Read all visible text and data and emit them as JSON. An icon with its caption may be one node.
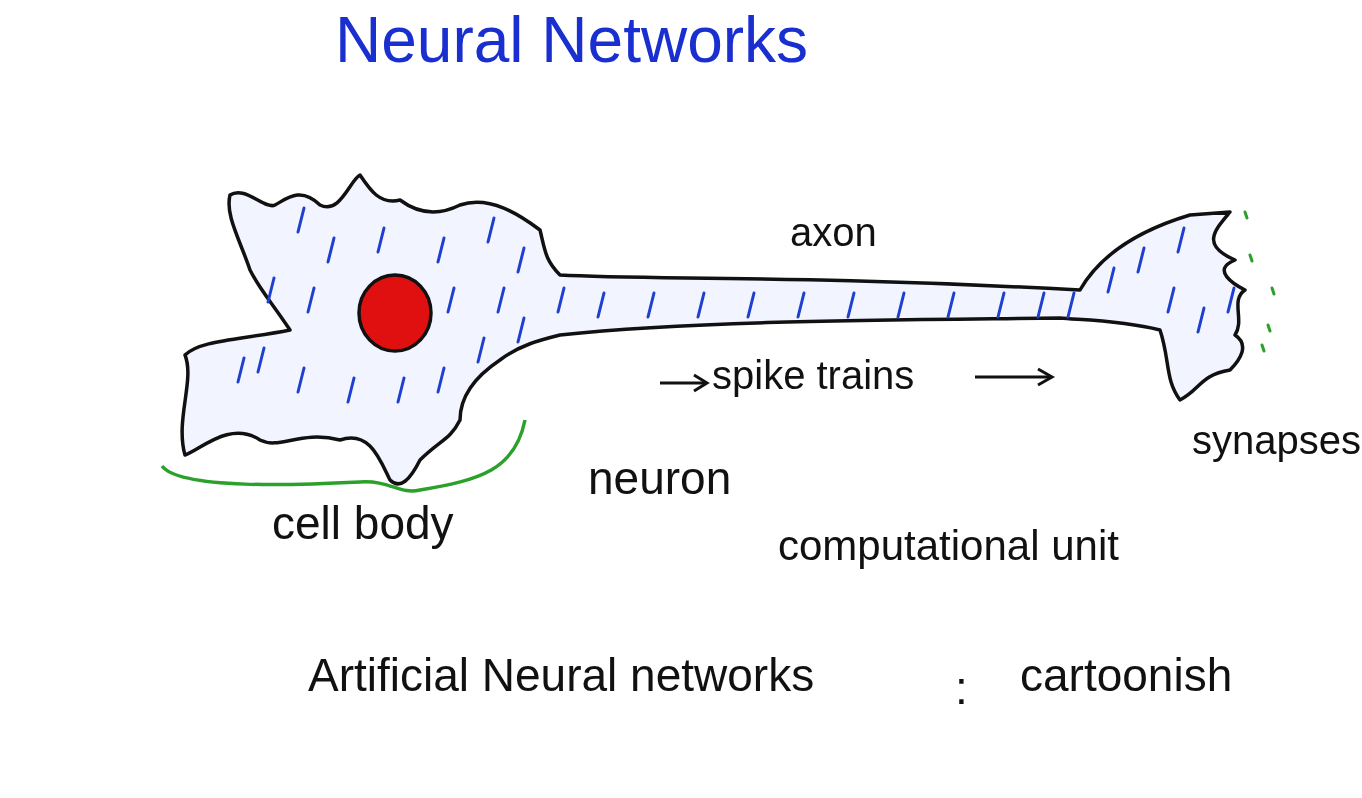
{
  "diagram": {
    "title": "Neural Networks",
    "labels": [
      "axon",
      "spike trains",
      "synapses",
      "cell body",
      "neuron",
      "computational unit",
      "Artificial Neural networks",
      ":",
      "cartoonish"
    ]
  }
}
